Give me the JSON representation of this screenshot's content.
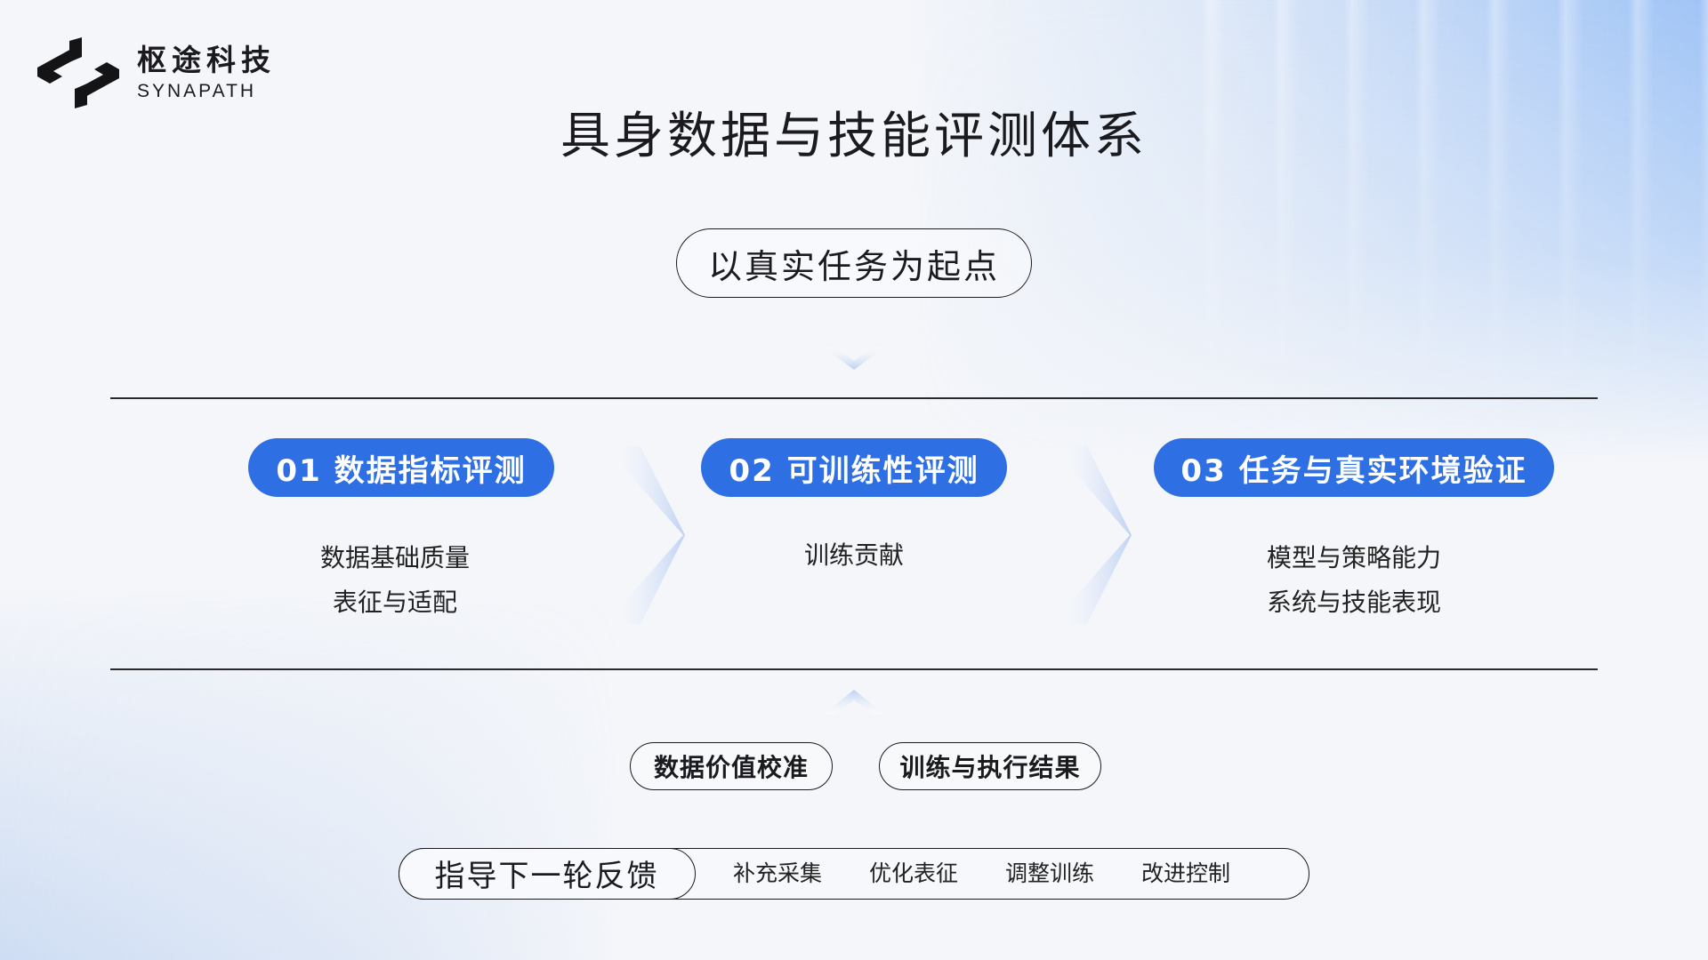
{
  "brand": {
    "name_cn": "枢途科技",
    "name_en": "SYNAPATH"
  },
  "title": "具身数据与技能评测体系",
  "start_label": "以真实任务为起点",
  "stages": [
    {
      "label": "01 数据指标评测",
      "items": [
        "数据基础质量",
        "表征与适配"
      ]
    },
    {
      "label": "02 可训练性评测",
      "items": [
        "训练贡献"
      ]
    },
    {
      "label": "03 任务与真实环境验证",
      "items": [
        "模型与策略能力",
        "系统与技能表现"
      ]
    }
  ],
  "outputs": [
    "数据价值校准",
    "训练与执行结果"
  ],
  "feedback": {
    "lead": "指导下一轮反馈",
    "items": [
      "补充采集",
      "优化表征",
      "调整训练",
      "改进控制"
    ]
  },
  "colors": {
    "accent": "#2f6fe4",
    "text": "#1b1b1f",
    "background": "#f4f6fa"
  },
  "icons": [
    "logo-mark-icon",
    "chevron-down-icon",
    "chevron-up-icon",
    "chevron-right-icon"
  ]
}
